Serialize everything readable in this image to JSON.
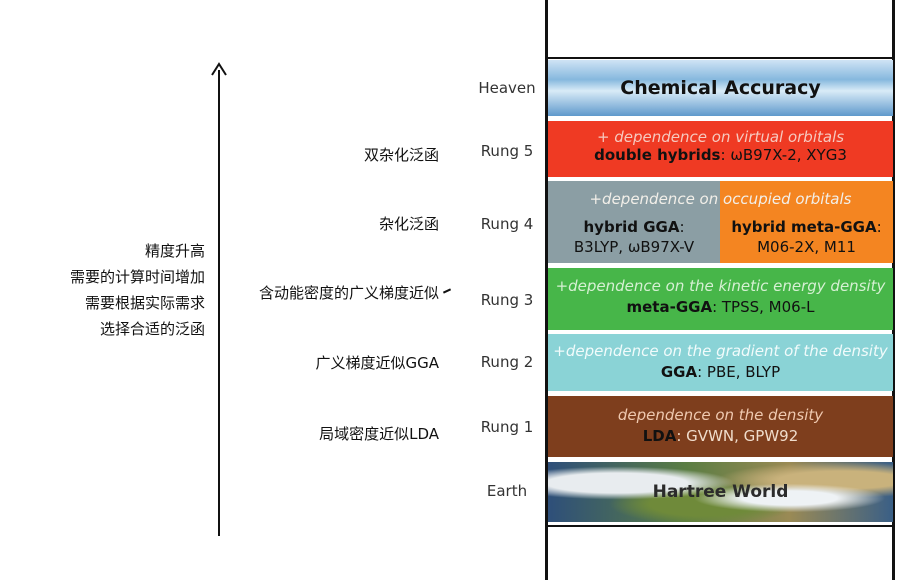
{
  "left_notes": [
    "精度升高",
    "需要的计算时间增加",
    "需要根据实际需求",
    "选择合适的泛函"
  ],
  "rungs": {
    "heaven": {
      "label": "Heaven",
      "title": "Chemical Accuracy"
    },
    "r5": {
      "label": "Rung 5",
      "cn": "双杂化泛函",
      "dependence": "+ dependence on virtual orbitals",
      "method": "double hybrids",
      "examples": ": ωB97X-2, XYG3"
    },
    "r4": {
      "label": "Rung 4",
      "cn": "杂化泛函",
      "dependence": "+dependence on occupied orbitals",
      "left_method": "hybrid GGA",
      "left_colon": ":",
      "left_examples": "B3LYP, ωB97X-V",
      "right_method": "hybrid meta-GGA",
      "right_colon": ":",
      "right_examples": "M06-2X, M11"
    },
    "r3": {
      "label": "Rung 3",
      "cn": "含动能密度的广义梯度近似",
      "dependence": "+dependence on the kinetic energy density",
      "method": "meta-GGA",
      "examples": ": TPSS, M06-L"
    },
    "r2": {
      "label": "Rung 2",
      "cn": "广义梯度近似GGA",
      "dependence": "+dependence on the gradient of the density",
      "method": "GGA",
      "examples": ": PBE, BLYP"
    },
    "r1": {
      "label": "Rung 1",
      "cn": "局域密度近似LDA",
      "dependence": "dependence on the density",
      "method": "LDA",
      "examples": ": GVWN, GPW92"
    },
    "earth": {
      "label": "Earth",
      "title": "Hartree World"
    }
  },
  "colors": {
    "rung5": "#ef3a23",
    "rung4_left": "#8b9ea4",
    "rung4_right": "#f48521",
    "rung3": "#47b649",
    "rung2": "#8ad3d6",
    "rung1": "#7e3e1d"
  }
}
